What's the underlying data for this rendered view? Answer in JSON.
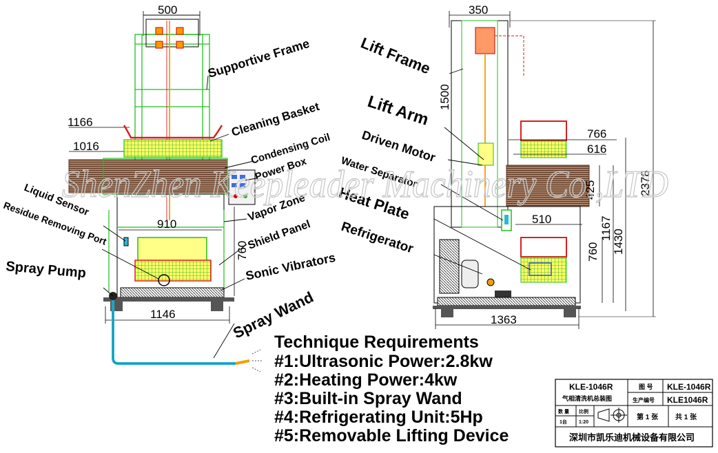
{
  "watermark": "ShenZhen Keepleader Machinery Co.,LTD",
  "labels": {
    "supportive_frame": "Supportive Frame",
    "cleaning_basket": "Cleaning Basket",
    "condensing_coil": "Condensing Coil",
    "power_box": "Power Box",
    "liquid_sensor": "Liquid Sensor",
    "residue_removing_port": "Residue Removing Port",
    "vapor_zone": "Vapor Zone",
    "shield_panel": "Shield Panel",
    "spray_pump": "Spray Pump",
    "sonic_vibrators": "Sonic Vibrators",
    "spray_wand": "Spray Wand",
    "lift_frame": "Lift Frame",
    "lift_arm": "Lift Arm",
    "driven_motor": "Driven Motor",
    "water_separator": "Water Separator",
    "heat_plate": "Heat Plate",
    "refrigerator": "Refrigerator"
  },
  "dimensions": {
    "front_top_width": "500",
    "front_outer_width": "1166",
    "front_inner_width": "1016",
    "front_tank_width": "910",
    "front_tank_height": "760",
    "front_base_width": "1146",
    "side_top_width": "350",
    "side_lift_height": "1500",
    "side_outer_width": "766",
    "side_inner_width": "616",
    "side_upper_height": "425",
    "side_tank_width": "510",
    "side_tank_height": "760",
    "side_mid_height": "1167",
    "side_full_height": "1430",
    "side_total_height": "2378",
    "side_base_width": "1363"
  },
  "requirements": {
    "heading": "Technique Requirements",
    "items": [
      "#1:Ultrasonic Power:2.8kw",
      "#2:Heating Power:4kw",
      "#3:Built-in Spray Wand",
      "#4:Refrigerating Unit:5Hp",
      "#5:Removable Lifting Device"
    ]
  },
  "title_block": {
    "model": "KLE-1046R",
    "drawing_title": "气相清洗机总装图",
    "drawing_no_label": "图 号",
    "drawing_no": "KLE-1046R",
    "production_no_label": "生产编号",
    "production_no": "KLE1046R",
    "quantity_label": "数 量",
    "quantity": "1台",
    "scale_label": "比例",
    "scale": "1:20",
    "sheet": "第 1 张",
    "total_sheets": "共 1 张",
    "company": "深圳市凯乐迪机械设备有限公司"
  },
  "colors": {
    "frame_green": "#1fbf1f",
    "basket_red": "#d81f1f",
    "coil_brown": "#8a5a3c",
    "water_cyan": "#2bb7d8",
    "wand_orange": "#f0a000",
    "yellow_fill": "#ffff55"
  }
}
